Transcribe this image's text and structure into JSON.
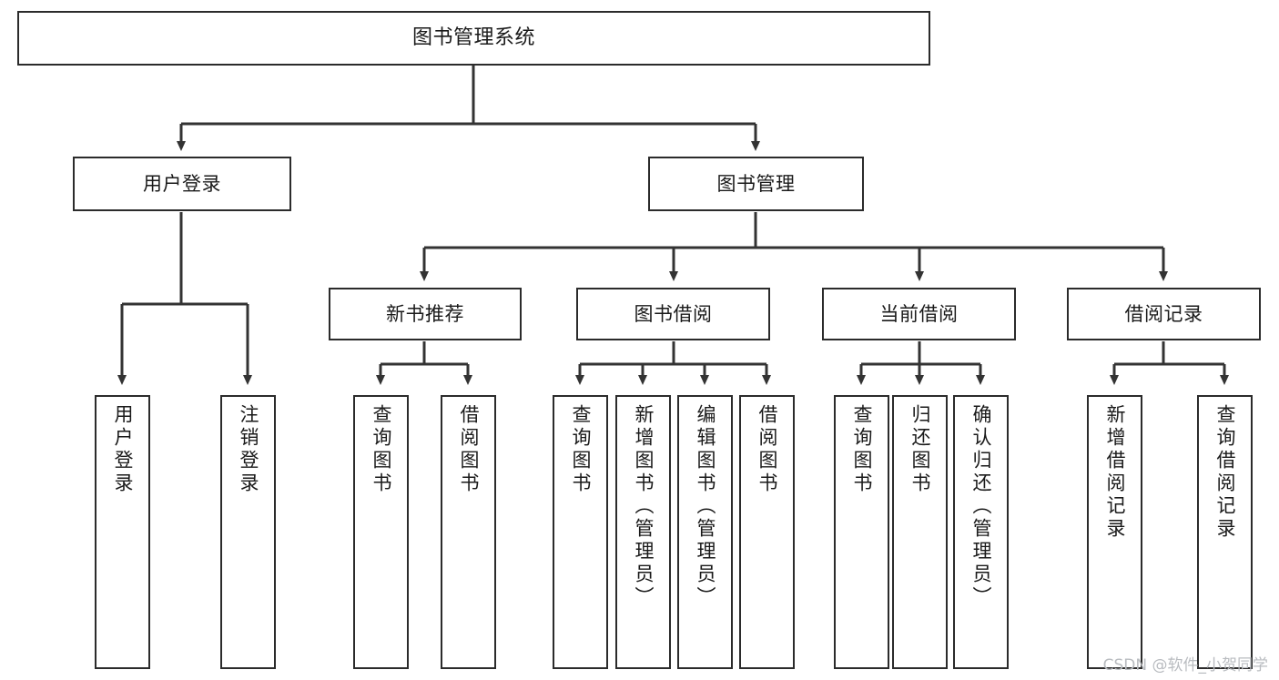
{
  "diagram": {
    "title": "图书管理系统",
    "type": "tree-hierarchy",
    "colors": {
      "background": "#ffffff",
      "border": "#2b2b2b",
      "text": "#1a1a1a",
      "connector": "#333333",
      "watermark": "#b9bcc0"
    },
    "root": {
      "label": "图书管理系统"
    },
    "level1": [
      {
        "label": "用户登录"
      },
      {
        "label": "图书管理"
      }
    ],
    "level2": [
      {
        "label": "新书推荐"
      },
      {
        "label": "图书借阅"
      },
      {
        "label": "当前借阅"
      },
      {
        "label": "借阅记录"
      }
    ],
    "leaves": {
      "user_login": [
        {
          "label": "用户登录"
        },
        {
          "label": "注销登录"
        }
      ],
      "new_book_recommend": [
        {
          "label": "查询图书"
        },
        {
          "label": "借阅图书"
        }
      ],
      "book_borrow": [
        {
          "label": "查询图书"
        },
        {
          "label": "新增图书（管理员）"
        },
        {
          "label": "编辑图书（管理员）"
        },
        {
          "label": "借阅图书"
        }
      ],
      "current_borrow": [
        {
          "label": "查询图书"
        },
        {
          "label": "归还图书"
        },
        {
          "label": "确认归还（管理员）"
        }
      ],
      "borrow_record": [
        {
          "label": "新增借阅记录"
        },
        {
          "label": "查询借阅记录"
        }
      ]
    }
  },
  "watermark": {
    "text": "CSDN @软件_小贺同学"
  }
}
